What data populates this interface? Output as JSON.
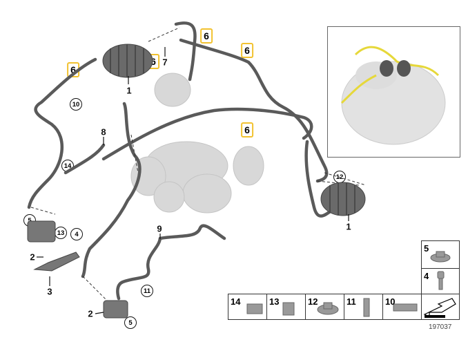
{
  "diagram_number": "197037",
  "callouts": {
    "boxed": [
      "6",
      "6",
      "6",
      "6",
      "6"
    ],
    "plain": [
      "1",
      "7",
      "8",
      "1",
      "2",
      "3",
      "9",
      "2"
    ],
    "circled": [
      "10",
      "14",
      "12",
      "5",
      "13",
      "4",
      "11",
      "5"
    ]
  },
  "parts_table": {
    "bottom_row": [
      "14",
      "13",
      "12",
      "11",
      "10"
    ],
    "right_column": [
      "5",
      "4"
    ]
  },
  "colors": {
    "highlight": "#f2c230",
    "hose": "#5a5a5a",
    "part": "#8a8a8a",
    "ghost": "#d6d6d6"
  }
}
